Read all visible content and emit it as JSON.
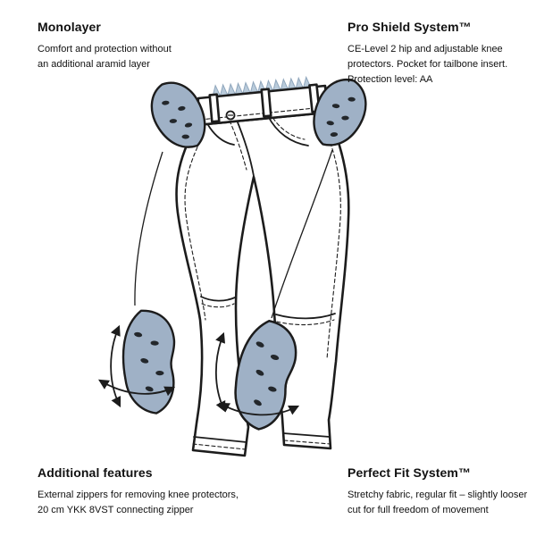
{
  "annotations": {
    "top_left": {
      "title": "Monolayer",
      "lines": [
        "Comfort and protection without",
        "an additional aramid layer"
      ]
    },
    "top_right": {
      "title": "Pro Shield System™",
      "lines": [
        "CE-Level 2 hip and adjustable knee",
        "protectors. Pocket for tailbone insert.",
        "Protection level: AA"
      ]
    },
    "bottom_left": {
      "title": "Additional features",
      "lines": [
        "External zippers for removing knee protectors,",
        "20 cm YKK 8VST connecting zipper"
      ]
    },
    "bottom_right": {
      "title": "Perfect Fit System™",
      "lines": [
        "Stretchy fabric, regular fit – slightly looser",
        "cut for full freedom of movement"
      ]
    }
  },
  "colors": {
    "background": "#ffffff",
    "text": "#111111",
    "line": "#1c1c1c",
    "pad": "#9fb1c6",
    "pad_outline": "#1c1c1c",
    "ridge": "#b9cbdb"
  }
}
